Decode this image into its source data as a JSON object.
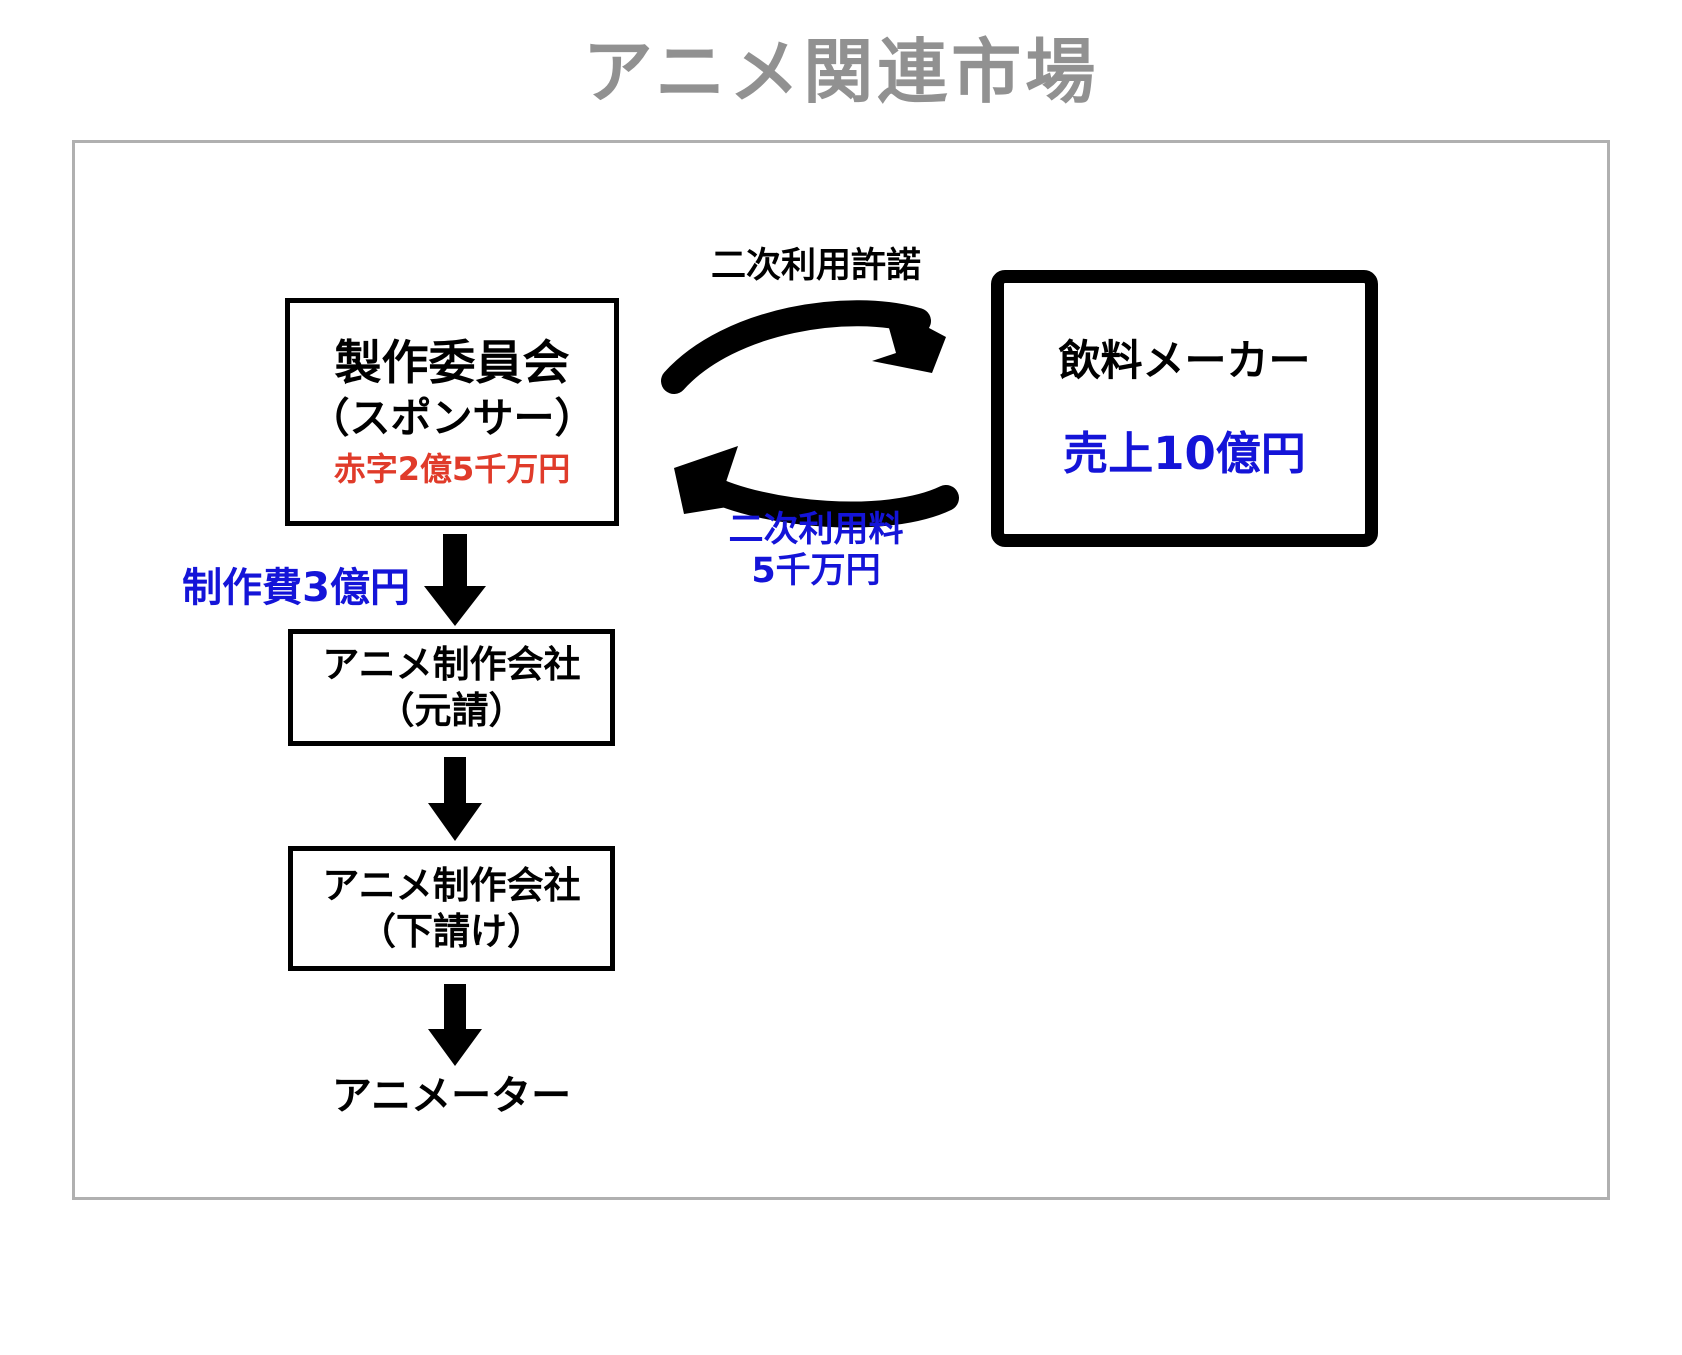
{
  "title": "アニメ関連市場",
  "colors": {
    "title_gray": "#919191",
    "frame_gray": "#b0b0b0",
    "accent_blue": "#1414d8",
    "deficit_red": "#e03b2a",
    "outline_black": "#000000"
  },
  "nodes": {
    "committee": {
      "name": "製作委員会",
      "role": "（スポンサー）",
      "finance": "赤字2億5千万円"
    },
    "beverage": {
      "name": "飲料メーカー",
      "finance": "売上10億円"
    },
    "prime_studio": {
      "name": "アニメ制作会社",
      "role": "（元請）"
    },
    "sub_studio": {
      "name": "アニメ制作会社",
      "role": "（下請け）"
    },
    "animator": {
      "name": "アニメーター"
    }
  },
  "edges": {
    "license": {
      "label": "二次利用許諾",
      "direction": "committee-to-beverage"
    },
    "royalty": {
      "label_line1": "二次利用料",
      "label_line2": "5千万円",
      "direction": "beverage-to-committee"
    },
    "production_cost": {
      "label": "制作費3億円",
      "direction": "committee-to-prime-studio"
    },
    "prime_to_sub": {
      "direction": "prime-studio-to-sub-studio"
    },
    "sub_to_animator": {
      "direction": "sub-studio-to-animator"
    }
  }
}
